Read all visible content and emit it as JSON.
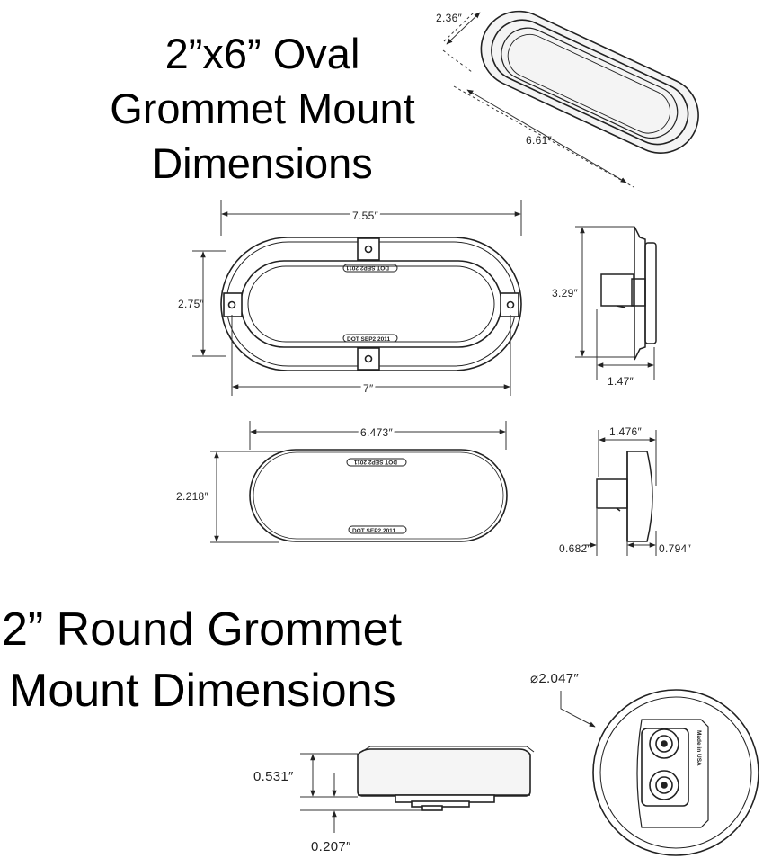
{
  "titles": {
    "oval_line1": "2”x6” Oval",
    "oval_line2": "Grommet Mount",
    "oval_line3": "Dimensions",
    "round_line1": "2” Round Grommet",
    "round_line2": "Mount Dimensions"
  },
  "oval": {
    "iso": {
      "height": "2.36″",
      "length": "6.61″"
    },
    "front": {
      "width": "7.55″",
      "height": "2.75″",
      "hole_spacing": "7″"
    },
    "side": {
      "height": "3.29″",
      "depth": "1.47″"
    },
    "lamp_front": {
      "width": "6.473″",
      "height": "2.218″"
    },
    "lamp_side": {
      "depth": "1.476″",
      "stem": "0.682″",
      "body": "0.794″"
    },
    "labels": {
      "top": "DOT SEP2 2011",
      "bottom": "DOT SEP2 2011"
    }
  },
  "round": {
    "diameter": "⌀2.047″",
    "body_height": "0.531″",
    "stem_height": "0.207″",
    "made_in": "Made in USA"
  }
}
